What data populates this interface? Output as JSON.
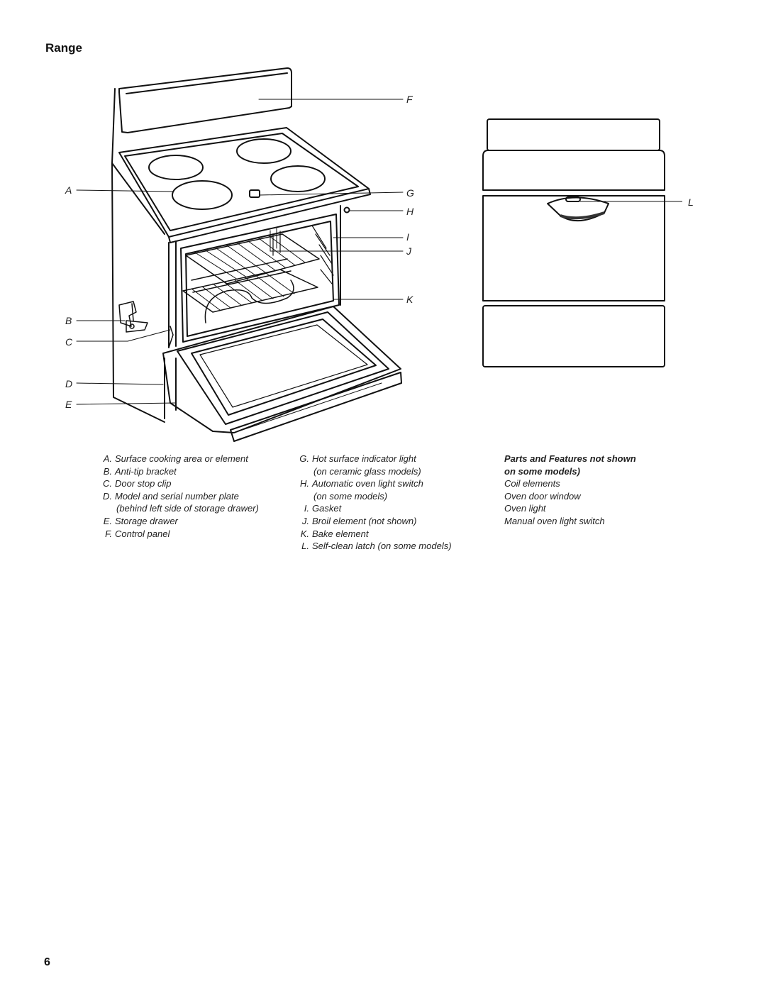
{
  "page": {
    "title": "Range",
    "number": "6"
  },
  "callouts": [
    "A",
    "B",
    "C",
    "D",
    "E",
    "F",
    "G",
    "H",
    "I",
    "J",
    "K",
    "L"
  ],
  "legend_col1": [
    {
      "letter": "A.",
      "text": "Surface cooking area or element"
    },
    {
      "letter": "B.",
      "text": "Anti-tip bracket"
    },
    {
      "letter": "C.",
      "text": "Door stop clip"
    },
    {
      "letter": "D.",
      "text": "Model and serial number plate",
      "sub": "(behind left side of storage drawer)"
    },
    {
      "letter": "E.",
      "text": "Storage drawer"
    },
    {
      "letter": "F.",
      "text": "Control panel"
    }
  ],
  "legend_col2": [
    {
      "letter": "G.",
      "text": "Hot surface indicator light",
      "sub": "(on ceramic glass models)"
    },
    {
      "letter": "H.",
      "text": "Automatic oven light switch",
      "sub": "(on some models)"
    },
    {
      "letter": "I.",
      "text": "Gasket"
    },
    {
      "letter": "J.",
      "text": "Broil element (not shown)"
    },
    {
      "letter": "K.",
      "text": "Bake element"
    },
    {
      "letter": "L.",
      "text": "Self-clean latch (on some models)"
    }
  ],
  "not_shown": {
    "heading_line1": "Parts and Features not shown",
    "heading_line2": "on some models)",
    "items": [
      "Coil elements",
      "Oven door window",
      "Oven light",
      "Manual oven light switch"
    ]
  }
}
